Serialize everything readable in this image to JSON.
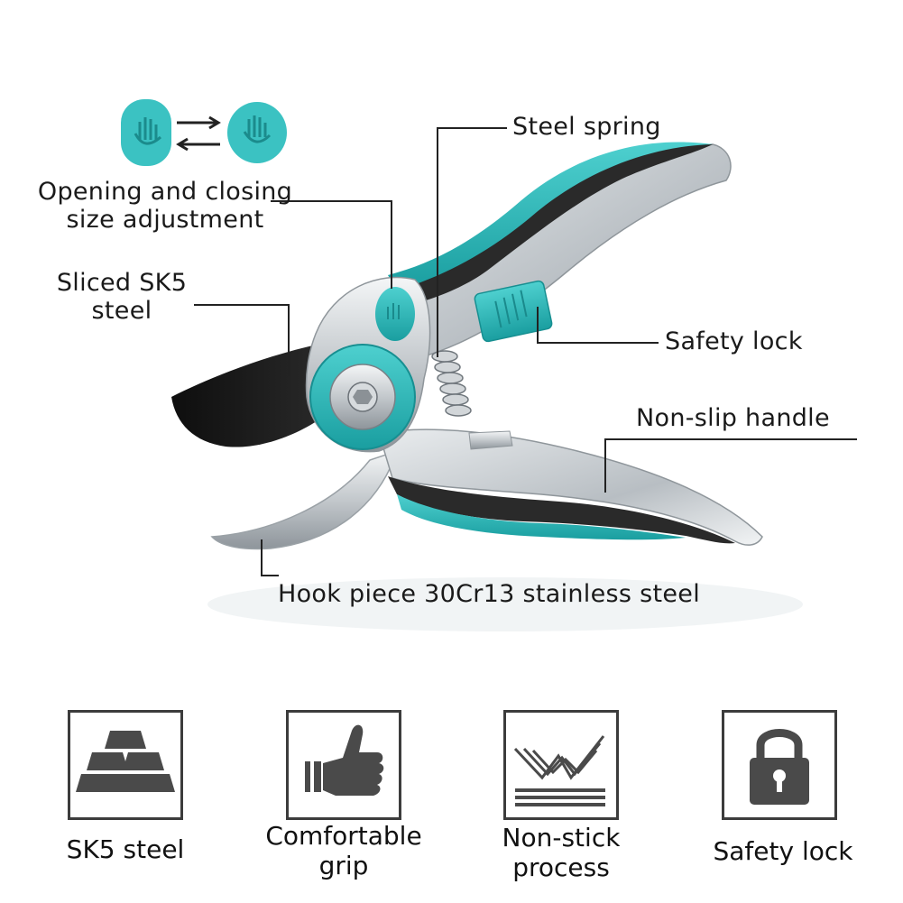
{
  "colors": {
    "accent": "#2bb8b8",
    "dark_grip": "#2a2a2a",
    "steel": "#c9cdd1",
    "blade_black": "#1c1c1c",
    "icon_gray": "#4a4a4a"
  },
  "callouts": {
    "adjust_title_line1": "Opening and closing",
    "adjust_title_line2": "size adjustment",
    "sliced_line1": "Sliced SK5",
    "sliced_line2": "steel",
    "spring": "Steel spring",
    "lock": "Safety lock",
    "handle": "Non-slip handle",
    "hook": "Hook piece 30Cr13 stainless steel"
  },
  "features": [
    {
      "icon": "ingots-icon",
      "label_line1": "SK5 steel",
      "label_line2": ""
    },
    {
      "icon": "thumbs-up-hand-icon",
      "label_line1": "Comfortable",
      "label_line2": "grip"
    },
    {
      "icon": "non-stick-mark-icon",
      "label_line1": "Non-stick",
      "label_line2": "process"
    },
    {
      "icon": "padlock-icon",
      "label_line1": "Safety lock",
      "label_line2": ""
    }
  ]
}
